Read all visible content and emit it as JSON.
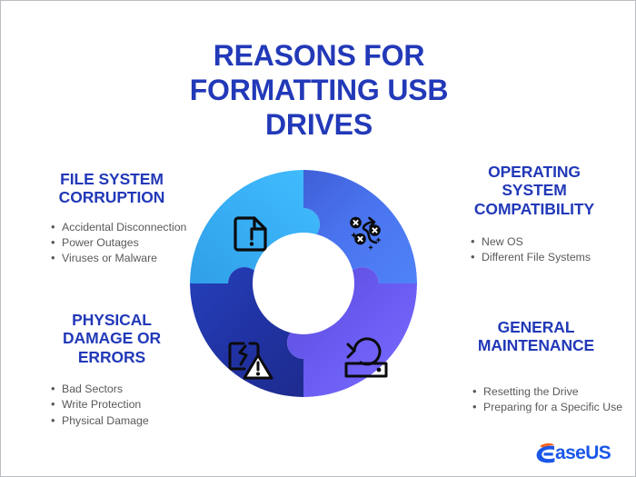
{
  "page": {
    "title_lines": [
      "REASONS FOR",
      "FORMATTING USB",
      "DRIVES"
    ],
    "title_color": "#2239b8",
    "background_color": "#ffffff",
    "border_color": "#b9bcc0"
  },
  "sections": {
    "top_left": {
      "heading_lines": [
        "FILE SYSTEM",
        "CORRUPTION"
      ],
      "items": [
        "Accidental Disconnection",
        "Power Outages",
        "Viruses or Malware"
      ],
      "icon": "document-alert-icon",
      "segment_color": "#38aef5"
    },
    "top_right": {
      "heading_lines": [
        "OPERATING",
        "SYSTEM",
        "COMPATIBILITY"
      ],
      "items": [
        "New OS",
        "Different File Systems"
      ],
      "icon": "strategy-icon",
      "segment_color": "#4c7bf4"
    },
    "bottom_left": {
      "heading_lines": [
        "PHYSICAL",
        "DAMAGE OR",
        "ERRORS"
      ],
      "items": [
        "Bad Sectors",
        "Write Protection",
        "Physical Damage"
      ],
      "icon": "broken-device-warning-icon",
      "segment_color": "#2237a8"
    },
    "bottom_right": {
      "heading_lines": [
        "GENERAL",
        "MAINTENANCE"
      ],
      "items": [
        "Resetting the Drive",
        "Preparing for a Specific Use"
      ],
      "icon": "restore-drive-icon",
      "segment_color": "#6a5cf0"
    }
  },
  "logo": {
    "text": "aseUS",
    "brand": "EaseUS",
    "mark_color": "#1a56e8",
    "accent_color": "#f7651e"
  }
}
